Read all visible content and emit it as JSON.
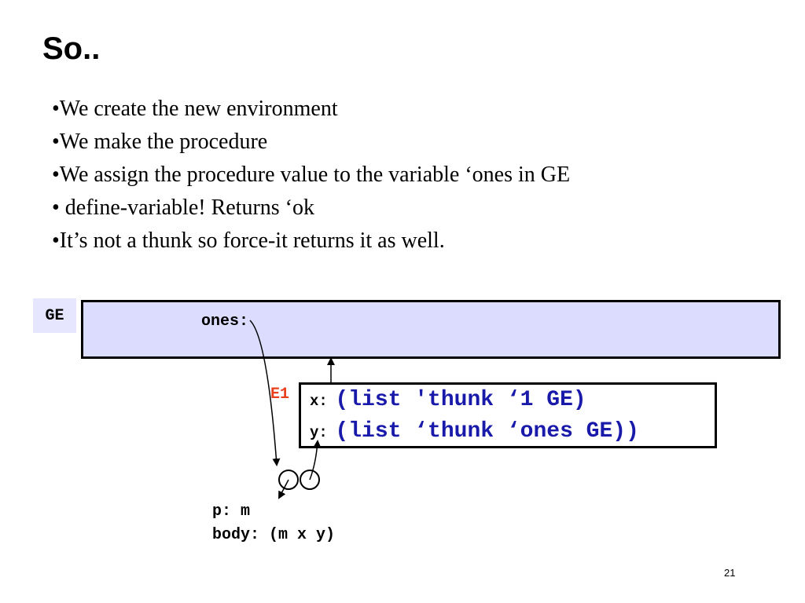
{
  "slide": {
    "title": "So..",
    "bullets": [
      "•We create the new environment",
      "•We make the procedure",
      "•We assign the procedure value to the variable ‘ones in GE",
      "• define-variable! Returns ‘ok",
      "•It’s not a thunk so force-it returns it as well."
    ],
    "page_number": "21"
  },
  "diagram": {
    "global_env": {
      "label": "GE",
      "binding": "ones:"
    },
    "e1": {
      "label": "E1",
      "rows": [
        {
          "var": "x:",
          "value": "(list 'thunk ‘1 GE)"
        },
        {
          "var": "y:",
          "value": "(list ‘thunk ‘ones GE))"
        }
      ]
    },
    "procedure": {
      "params_line": "p: m",
      "body_line": "body: (m x y)"
    }
  },
  "colors": {
    "frame_fill": "#dcdcff",
    "ge_label_fill": "#e6e6ff",
    "e1_label": "#e8401c",
    "value_text": "#1a1aaa"
  }
}
